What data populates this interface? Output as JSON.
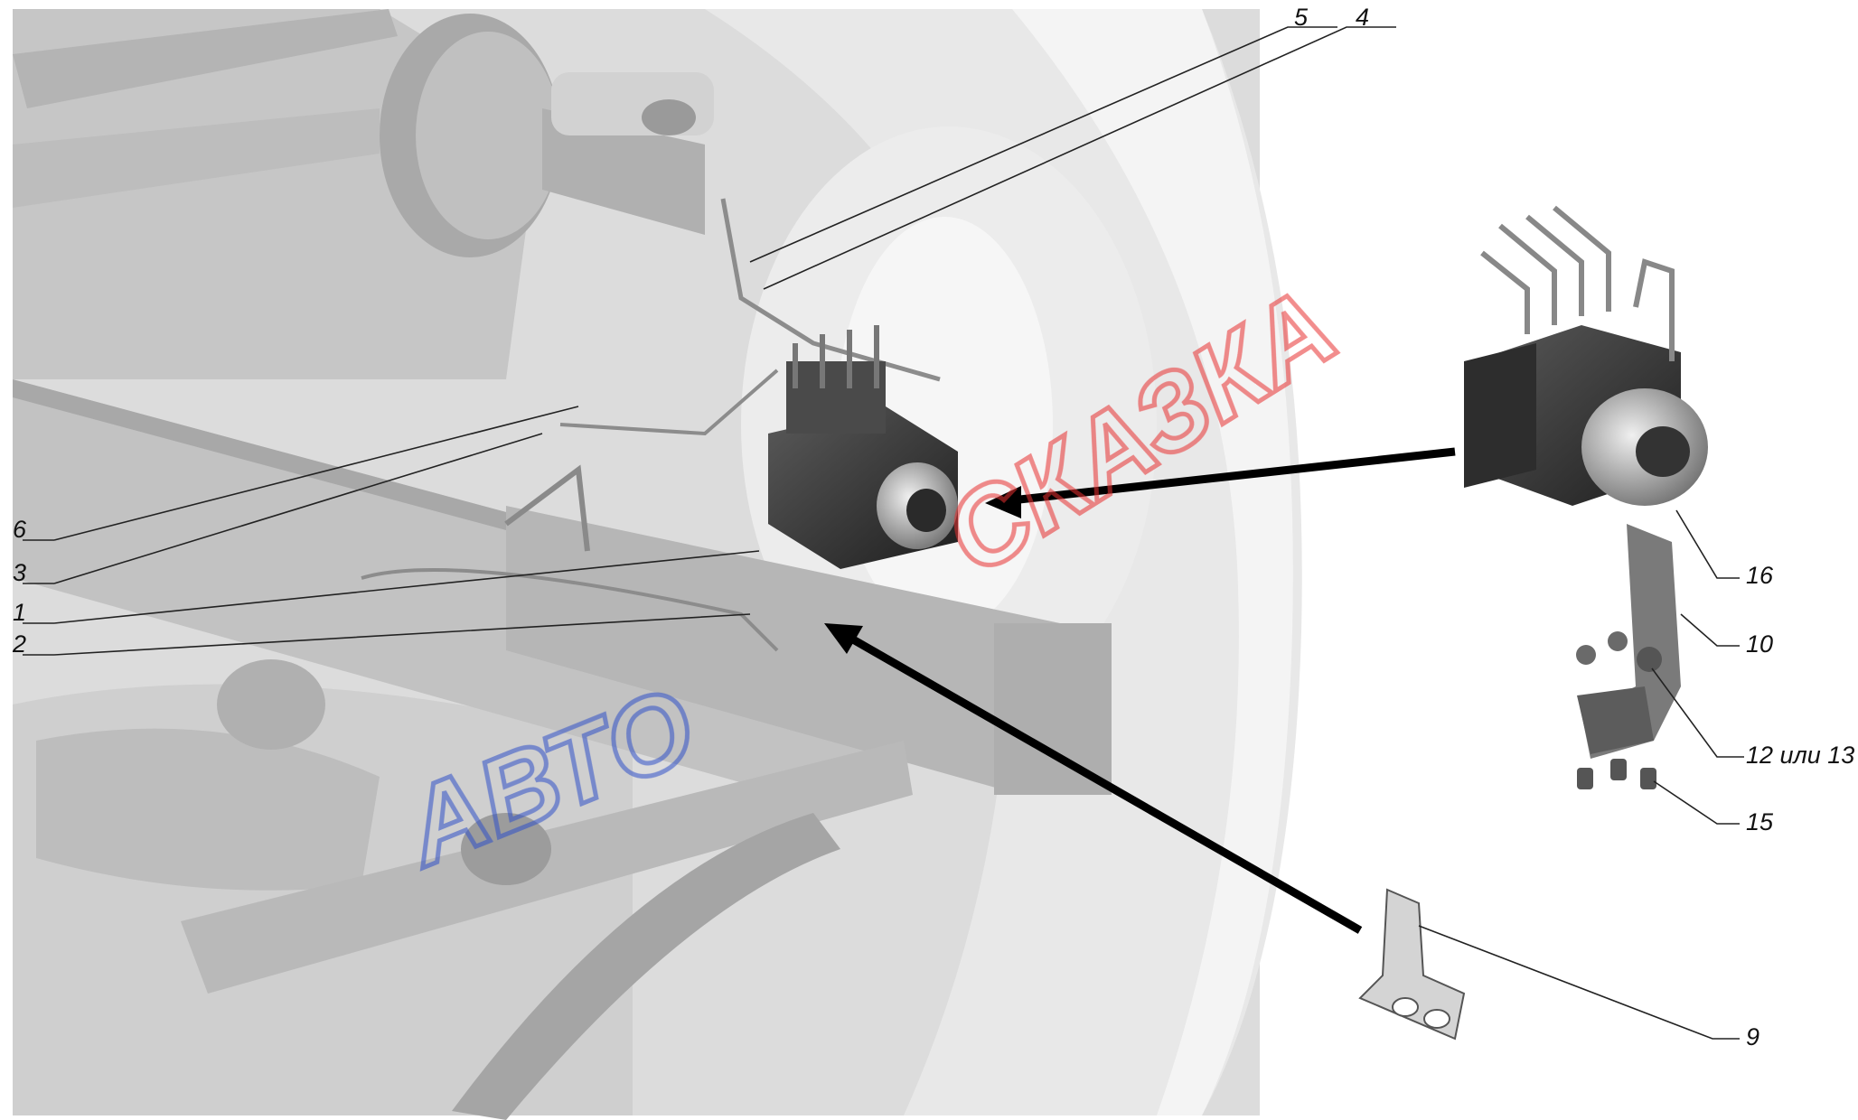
{
  "callouts": [
    {
      "id": "c5",
      "label": "5"
    },
    {
      "id": "c4",
      "label": "4"
    },
    {
      "id": "c6",
      "label": "6"
    },
    {
      "id": "c3",
      "label": "3"
    },
    {
      "id": "c1",
      "label": "1"
    },
    {
      "id": "c2",
      "label": "2"
    },
    {
      "id": "c16",
      "label": "16"
    },
    {
      "id": "c10",
      "label": "10"
    },
    {
      "id": "c12",
      "label": "12 или 13"
    },
    {
      "id": "c15",
      "label": "15"
    },
    {
      "id": "c9",
      "label": "9"
    }
  ],
  "watermark": {
    "red_text": "СКАЗКА",
    "blue_text": "АВТО",
    "red_color": "#e83030",
    "blue_color": "#3050c8"
  },
  "colors": {
    "ghost": "#cfcfcf",
    "part_dark": "#3a3a3a",
    "arrow": "#000000"
  }
}
